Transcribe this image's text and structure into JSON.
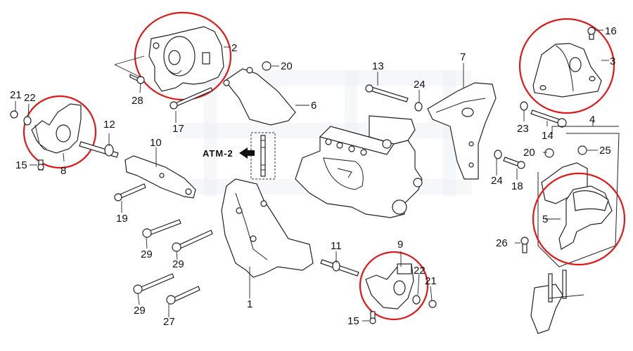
{
  "diagram": {
    "title": "Engine Mount Exploded Parts Diagram",
    "reference": "ATM-2",
    "highlight_color": "#e01818",
    "callouts": [
      {
        "id": "c1",
        "label": "1"
      },
      {
        "id": "c2",
        "label": "2"
      },
      {
        "id": "c3",
        "label": "3"
      },
      {
        "id": "c4",
        "label": "4"
      },
      {
        "id": "c5",
        "label": "5"
      },
      {
        "id": "c6",
        "label": "6"
      },
      {
        "id": "c7",
        "label": "7"
      },
      {
        "id": "c8",
        "label": "8"
      },
      {
        "id": "c9",
        "label": "9"
      },
      {
        "id": "c10",
        "label": "10"
      },
      {
        "id": "c11",
        "label": "11"
      },
      {
        "id": "c12",
        "label": "12"
      },
      {
        "id": "c13",
        "label": "13"
      },
      {
        "id": "c14",
        "label": "14"
      },
      {
        "id": "c15a",
        "label": "15"
      },
      {
        "id": "c15b",
        "label": "15"
      },
      {
        "id": "c16",
        "label": "16"
      },
      {
        "id": "c17",
        "label": "17"
      },
      {
        "id": "c18",
        "label": "18"
      },
      {
        "id": "c19",
        "label": "19"
      },
      {
        "id": "c20a",
        "label": "20"
      },
      {
        "id": "c20b",
        "label": "20"
      },
      {
        "id": "c21a",
        "label": "21"
      },
      {
        "id": "c21b",
        "label": "21"
      },
      {
        "id": "c22a",
        "label": "22"
      },
      {
        "id": "c22b",
        "label": "22"
      },
      {
        "id": "c23",
        "label": "23"
      },
      {
        "id": "c24a",
        "label": "24"
      },
      {
        "id": "c24b",
        "label": "24"
      },
      {
        "id": "c25",
        "label": "25"
      },
      {
        "id": "c26",
        "label": "26"
      },
      {
        "id": "c27",
        "label": "27"
      },
      {
        "id": "c28",
        "label": "28"
      },
      {
        "id": "c29a",
        "label": "29"
      },
      {
        "id": "c29b",
        "label": "29"
      },
      {
        "id": "c29c",
        "label": "29"
      }
    ],
    "highlighted_parts": [
      "2",
      "3",
      "5",
      "8",
      "9"
    ]
  }
}
